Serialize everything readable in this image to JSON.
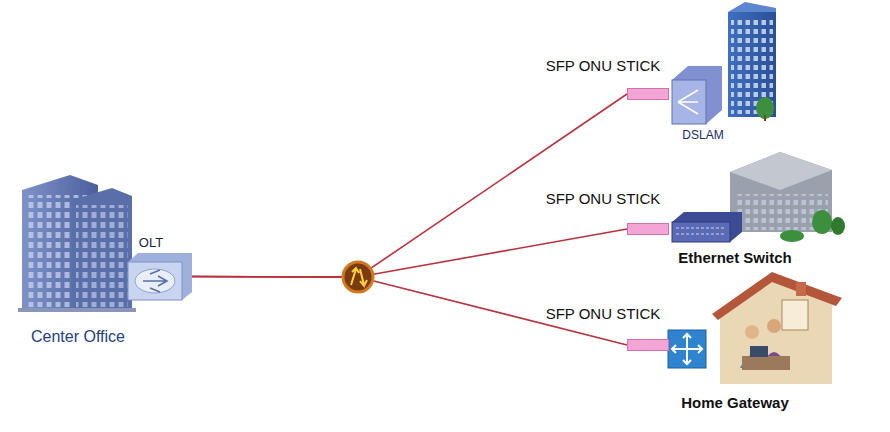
{
  "diagram": {
    "nodes": [
      {
        "text": [
          "Center Office"
        ]
      },
      {
        "text": [
          "OLT"
        ]
      },
      {
        "text": [
          "SFP ONU STICK"
        ]
      },
      {
        "text": [
          "DSLAM"
        ]
      },
      {
        "text": [
          "SFP ONU STICK"
        ]
      },
      {
        "text": [
          "Ethernet Switch"
        ]
      },
      {
        "text": [
          "SFP ONU STICK"
        ]
      },
      {
        "text": [
          "Home Gateway"
        ]
      }
    ],
    "edges": [
      {
        "from": 1,
        "to": 2,
        "arrow": "none"
      },
      {
        "from": 1,
        "to": 4,
        "arrow": "none"
      },
      {
        "from": 1,
        "to": 6,
        "arrow": "none"
      }
    ]
  }
}
